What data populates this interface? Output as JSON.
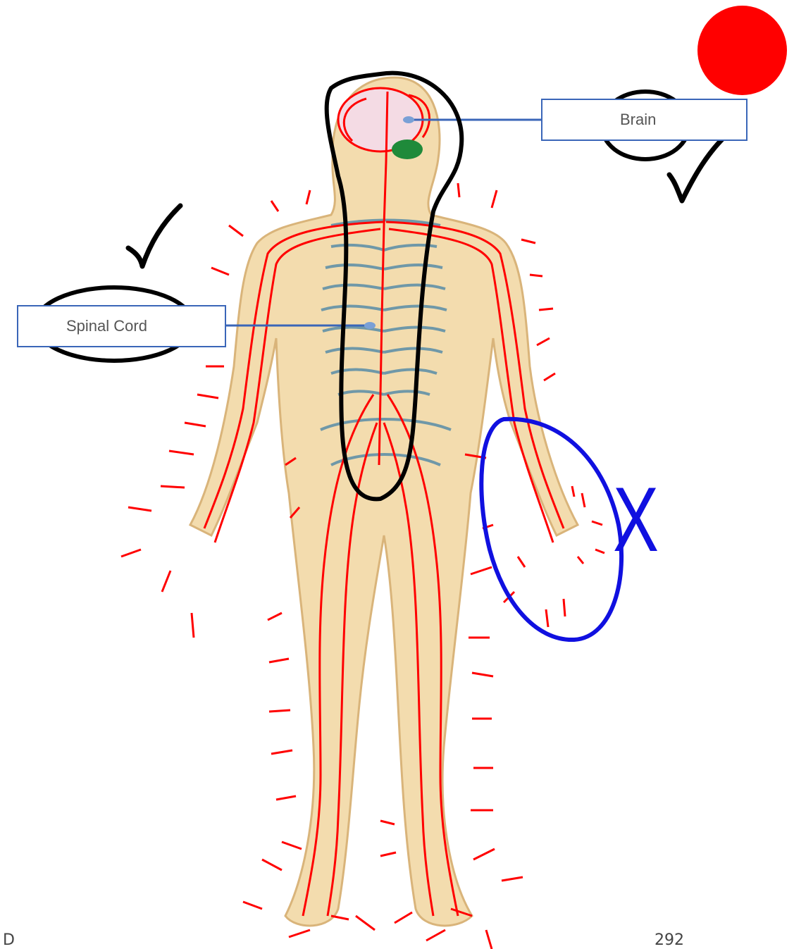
{
  "labels": {
    "brain": "Brain",
    "spinal_cord": "Spinal Cord"
  },
  "annotations": {
    "wrong_mark": "X"
  },
  "footer": {
    "left": "D",
    "page_number": "292"
  },
  "colors": {
    "background": "#ffffff",
    "skin": "#f3dcae",
    "skin_outline": "#d9b47a",
    "nerve_red": "#ff0000",
    "vessel_blue": "#6f98a8",
    "label_border": "#3a66b8",
    "ink_black": "#000000",
    "ink_blue": "#1010e0",
    "brain_pink": "#f4dbe4",
    "cerebellum_green": "#1f8a3a",
    "record_dot": "#ff0000"
  },
  "icons": [
    "checkmark-icon",
    "record-dot-icon",
    "x-mark-icon"
  ]
}
